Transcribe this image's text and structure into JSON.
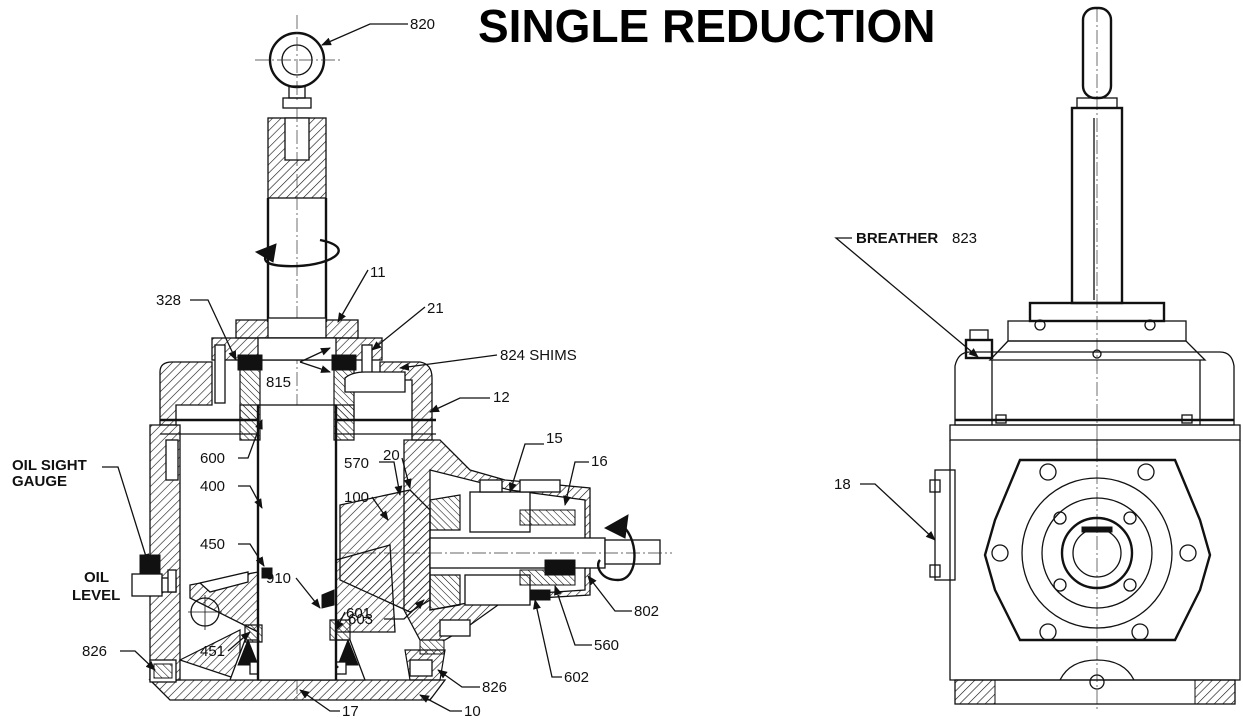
{
  "title": "SINGLE REDUCTION",
  "labels": {
    "c820": "820",
    "c11": "11",
    "c21": "21",
    "c328": "328",
    "c824": "824 SHIMS",
    "c815": "815",
    "c12": "12",
    "c600": "600",
    "c15": "15",
    "c20": "20",
    "c570": "570",
    "c16": "16",
    "c400": "400",
    "c100": "100",
    "oil_sight": "OIL SIGHT",
    "gauge": "GAUGE",
    "c450": "450",
    "oil": "OIL",
    "level": "LEVEL",
    "c910": "910",
    "c802": "802",
    "c601": "601",
    "c603": "603",
    "c560": "560",
    "c451": "451",
    "c826a": "826",
    "c826b": "826",
    "c602": "602",
    "c17": "17",
    "c10": "10",
    "breather": "BREATHER",
    "c823": "823",
    "c18": "18"
  }
}
